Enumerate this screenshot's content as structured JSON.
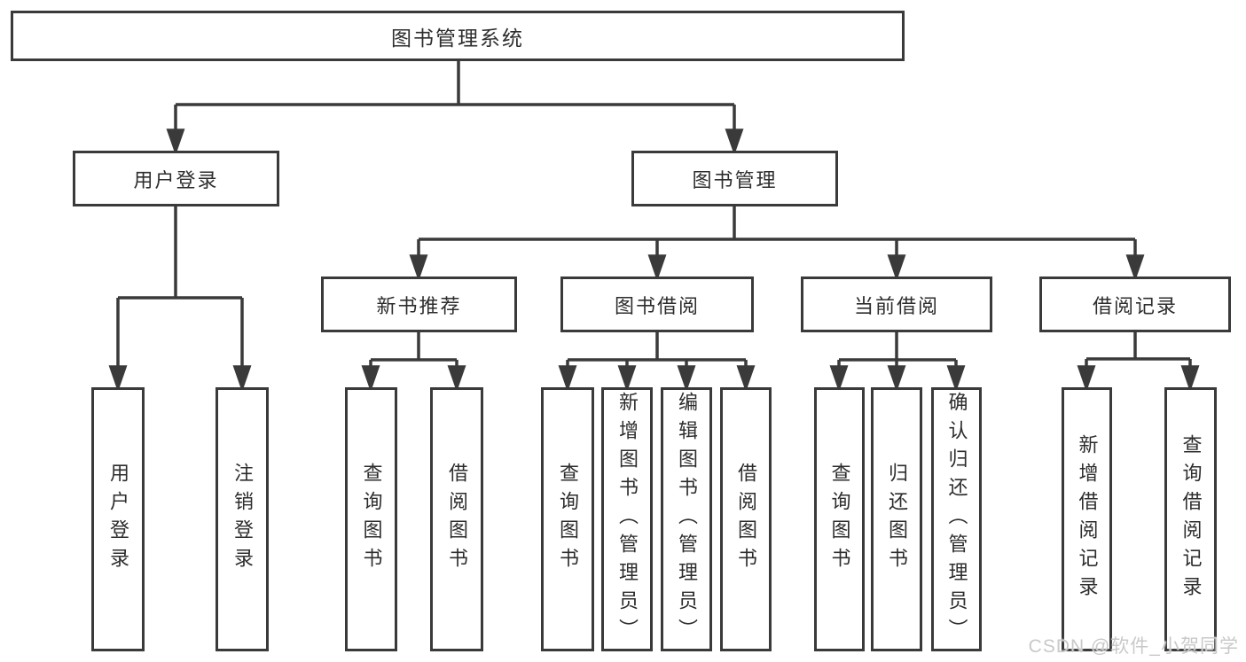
{
  "diagram": {
    "title": "图书管理系统",
    "branches": [
      {
        "label": "用户登录",
        "children": [
          {
            "label": "用户登录"
          },
          {
            "label": "注销登录"
          }
        ]
      },
      {
        "label": "图书管理",
        "children": [
          {
            "label": "新书推荐",
            "children": [
              {
                "label": "查询图书"
              },
              {
                "label": "借阅图书"
              }
            ]
          },
          {
            "label": "图书借阅",
            "children": [
              {
                "label": "查询图书"
              },
              {
                "label": "新增图书（管理员）"
              },
              {
                "label": "编辑图书（管理员）"
              },
              {
                "label": "借阅图书"
              }
            ]
          },
          {
            "label": "当前借阅",
            "children": [
              {
                "label": "查询图书"
              },
              {
                "label": "归还图书"
              },
              {
                "label": "确认归还（管理员）"
              }
            ]
          },
          {
            "label": "借阅记录",
            "children": [
              {
                "label": "新增借阅记录"
              },
              {
                "label": "查询借阅记录"
              }
            ]
          }
        ]
      }
    ]
  },
  "watermark": {
    "text": "CSDN @软件_小贺同学"
  },
  "colors": {
    "line": "#3a3a3a",
    "box_border": "#3a3a3a",
    "text": "#2d2d2d",
    "watermark": "#c9c9c9",
    "background": "#ffffff"
  }
}
